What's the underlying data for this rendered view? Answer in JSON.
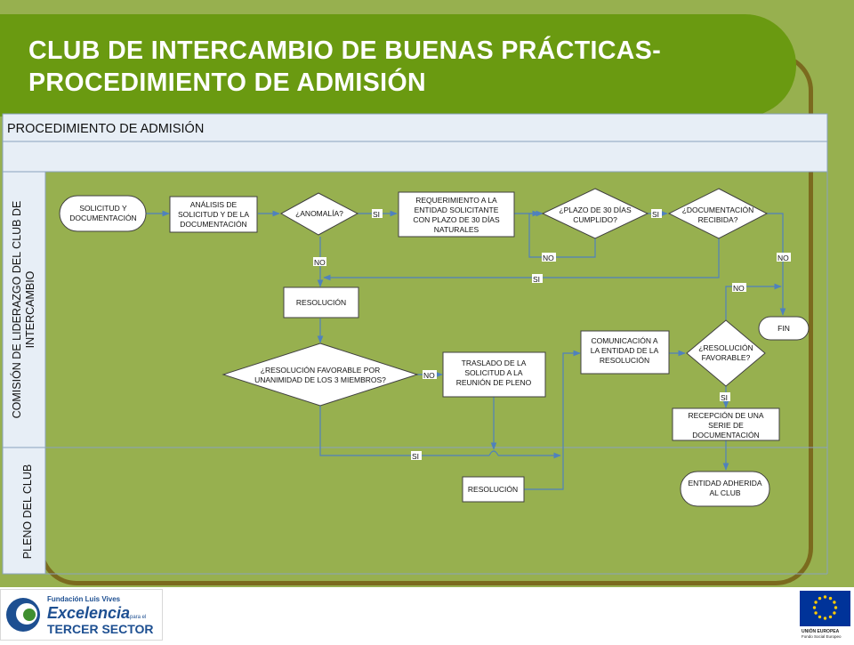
{
  "title": {
    "line1": "CLUB DE INTERCAMBIO DE BUENAS PRÁCTICAS-",
    "line2": "PROCEDIMIENTO DE ADMISIÓN"
  },
  "diagram": {
    "header": "PROCEDIMIENTO DE ADMISIÓN",
    "lanes": {
      "comision_line1": "COMISIÓN DE LIDERAZGO DEL CLUB DE",
      "comision_line2": "INTERCAMBIO",
      "pleno": "PLENO DEL CLUB"
    },
    "nodes": {
      "solicitud": [
        "SOLICITUD Y",
        "DOCUMENTACIÓN"
      ],
      "analisis": [
        "ANÁLISIS DE",
        "SOLICITUD Y DE LA",
        "DOCUMENTACIÓN"
      ],
      "anomalia": [
        "¿ANOMALÍA?"
      ],
      "requerimiento": [
        "REQUERIMIENTO A LA",
        "ENTIDAD SOLICITANTE",
        "CON PLAZO DE 30 DÍAS",
        "NATURALES"
      ],
      "plazo": [
        "¿PLAZO DE 30 DÍAS",
        "CUMPLIDO?"
      ],
      "documentacion": [
        "¿DOCUMENTACIÓN",
        "RECIBIDA?"
      ],
      "resolucion1": [
        "RESOLUCIÓN"
      ],
      "fin": [
        "FIN"
      ],
      "resfav_unanimidad": [
        "¿RESOLUCIÓN FAVORABLE POR",
        "UNANIMIDAD DE LOS 3 MIEMBROS?"
      ],
      "traslado": [
        "TRASLADO DE LA",
        "SOLICITUD A LA",
        "REUNIÓN DE PLENO"
      ],
      "comunicacion": [
        "COMUNICACIÓN A",
        "LA ENTIDAD DE LA",
        "RESOLUCIÓN"
      ],
      "resfav": [
        "¿RESOLUCIÓN",
        "FAVORABLE?"
      ],
      "recepcion": [
        "RECEPCIÓN DE UNA",
        "SERIE DE",
        "DOCUMENTACIÓN"
      ],
      "resolucion2": [
        "RESOLUCIÓN"
      ],
      "adherida": [
        "ENTIDAD ADHERIDA",
        "AL CLUB"
      ]
    },
    "edge_labels": {
      "si_anomalia": "SI",
      "no_anomalia": "NO",
      "si_plazo": "SI",
      "no_plazo": "NO",
      "no_documentacion": "NO",
      "si_documentacion": "SI",
      "no_resfav": "NO",
      "no_unanimidad": "NO",
      "si_resfav": "SI",
      "si_unanimidad": "SI"
    }
  },
  "footer": {
    "logo_line1": "Fundación Luis Vives",
    "logo_line2": "Excelencia",
    "logo_small": "para el",
    "logo_line3": "TERCER SECTOR",
    "eu_line1": "UNIÓN EUROPEA",
    "eu_line2": "Fondo Social Europeo"
  },
  "colors": {
    "slide_bg": "#97b04f",
    "title_band": "#6a9a11",
    "frame": "#7b6a1e",
    "panel": "#e7eef6",
    "connector": "#4f81bd",
    "shape_fill": "#ffffff",
    "eu_blue": "#003399",
    "eu_star": "#ffcc00",
    "logo_blue": "#1d4f91",
    "logo_green": "#3f8f2f"
  }
}
